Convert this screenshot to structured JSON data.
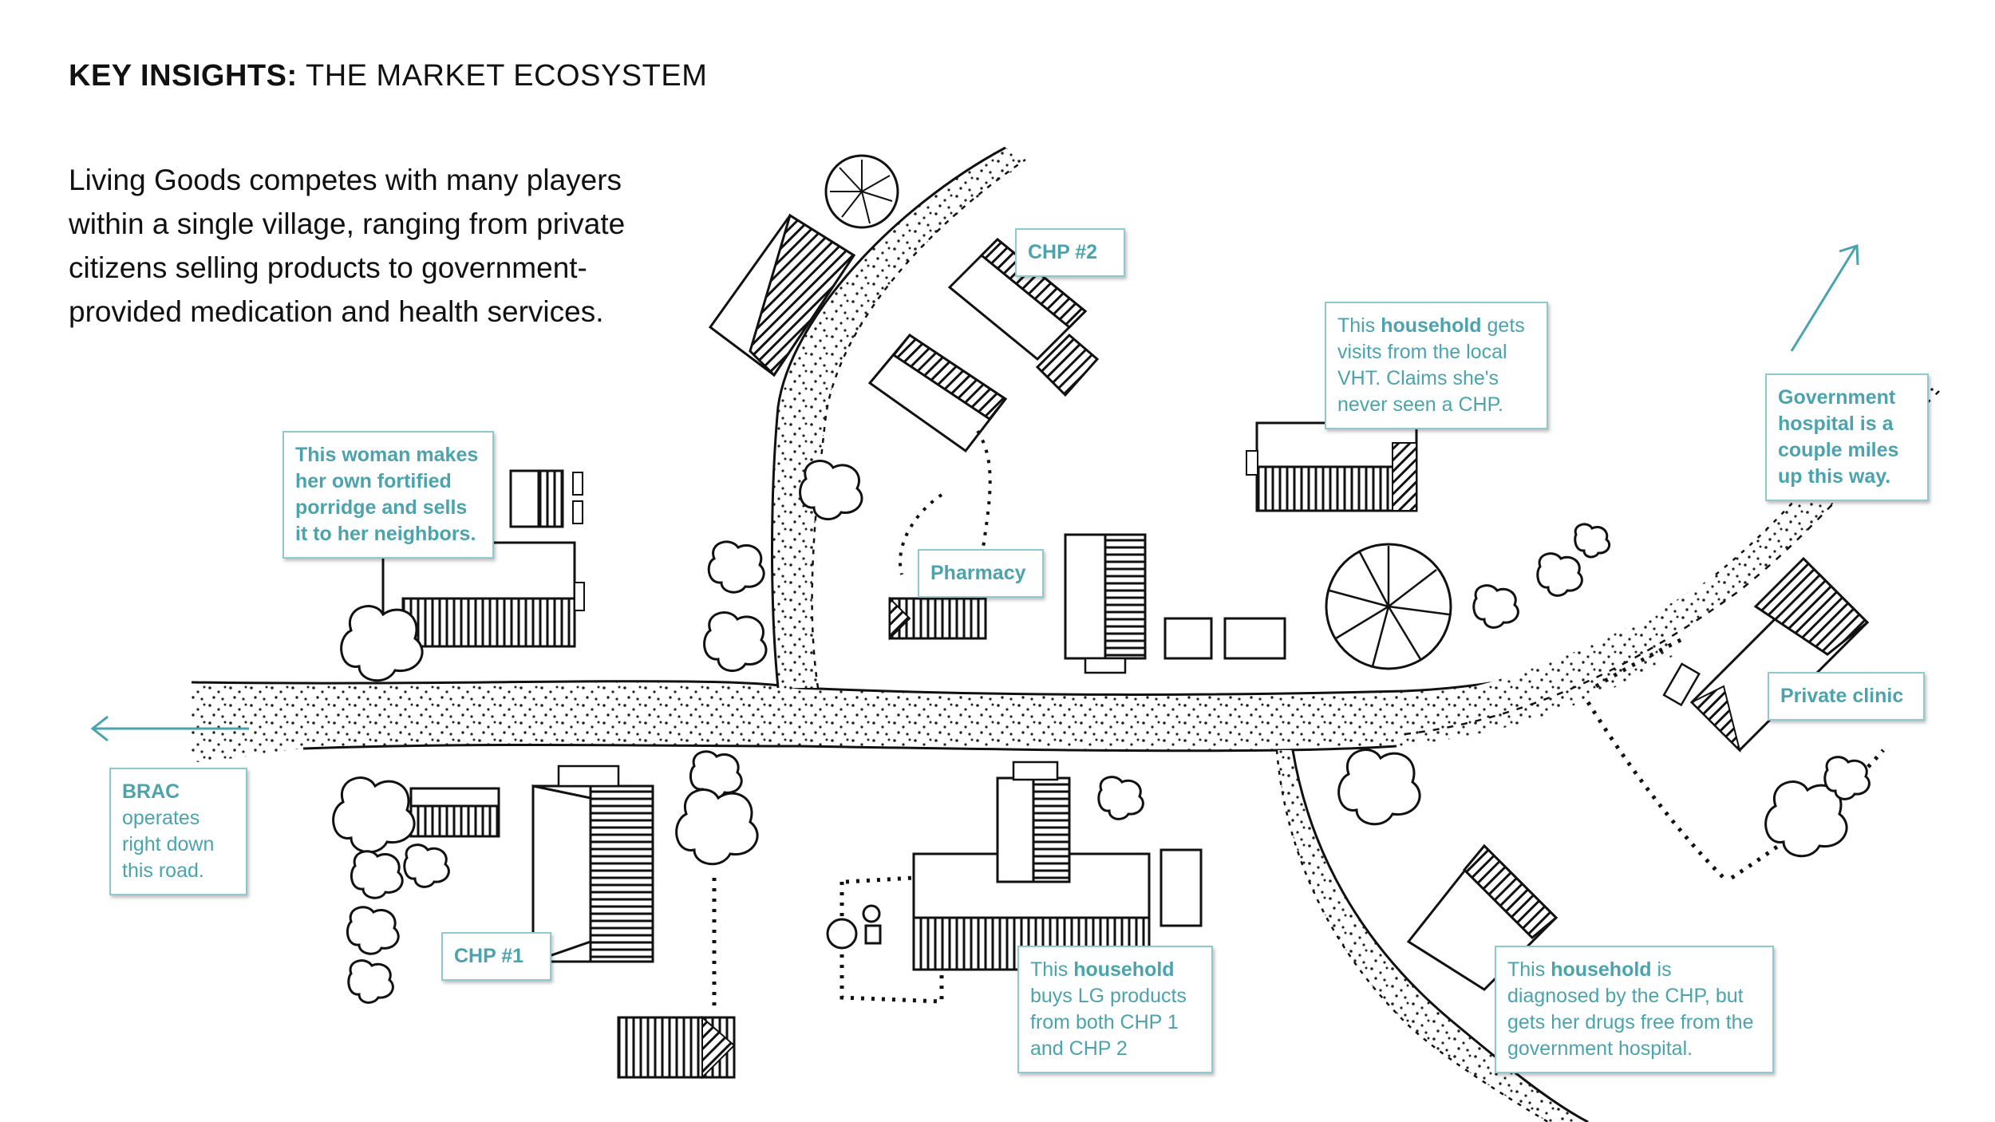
{
  "header": {
    "title_bold": "KEY INSIGHTS:",
    "title_rest": " THE MARKET ECOSYSTEM"
  },
  "intro": {
    "text": "Living Goods competes with many players within a single village, ranging from private citizens selling products to government-provided medication and health services."
  },
  "labels": {
    "chp2": "CHP #2",
    "chp1": "CHP #1",
    "pharmacy": "Pharmacy",
    "private_clinic": "Private clinic",
    "woman": "This woman makes her own fortified porridge and sells it to her neighbors.",
    "government_hospital": "Government hospital is a couple miles up this way.",
    "brac": {
      "bold": "BRAC",
      "rest": " operates right down this road."
    },
    "household_vht": {
      "pre": "This ",
      "bold": "household",
      "post": " gets visits from the local VHT. Claims she's never seen a CHP."
    },
    "household_lg": {
      "pre": "This ",
      "bold": "household",
      "post": " buys LG products from both CHP 1 and CHP 2"
    },
    "household_gov": {
      "pre": "This ",
      "bold": "household",
      "post": " is diagnosed by the CHP, but gets her drugs free from the government hospital."
    }
  },
  "colors": {
    "accent": "#4aa3ad",
    "border": "#8fc9cf",
    "ink": "#111111"
  }
}
